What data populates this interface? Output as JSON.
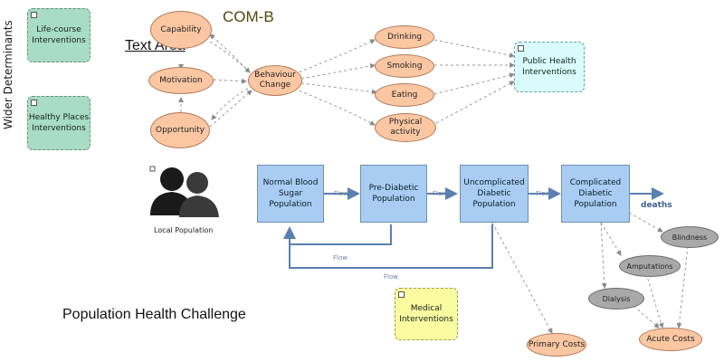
{
  "side_label": "Wider Determinants",
  "headers": {
    "comb": "COM-B",
    "text_area": "Text Area",
    "challenge": "Population Health Challenge"
  },
  "interventions": {
    "life_course": "Life-course Interventions",
    "healthy_places": "Healthy Places Interventions",
    "public_health": "Public Health Interventions",
    "medical": "Medical Interventions"
  },
  "comb_nodes": {
    "capability": "Capability",
    "motivation": "Motivation",
    "opportunity": "Opportunity",
    "behaviour_change": "Behaviour Change"
  },
  "behaviours": {
    "drinking": "Drinking",
    "smoking": "Smoking",
    "eating": "Eating",
    "physical_activity": "Physical activity"
  },
  "population_label": "Local Population",
  "stocks": {
    "normal": "Normal Blood Sugar Population",
    "prediabetic": "Pre-Diabetic Population",
    "uncomplicated": "Uncomplicated Diabetic Population",
    "complicated": "Complicated Diabetic Population"
  },
  "flows": {
    "flow1": "Flow",
    "flow2": "Flow",
    "flow3": "Flow",
    "flow_back1": "Flow",
    "flow_back2": "Flow",
    "deaths": "deaths"
  },
  "outcomes": {
    "blindness": "Blindness",
    "amputations": "Amputations",
    "dialysis": "Dialysis",
    "acute_costs": "Acute Costs",
    "primary_costs": "Primary Costs"
  }
}
